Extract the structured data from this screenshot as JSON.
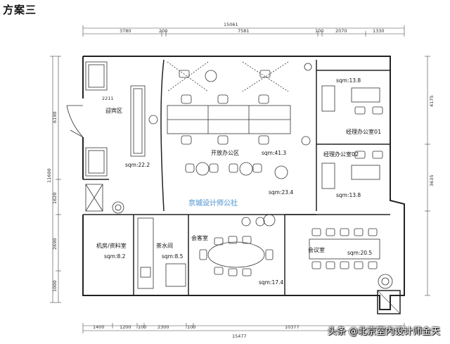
{
  "heading": "方案三",
  "watermark": "头条 @北京室内设计师金天",
  "logo_text": "京城设计师公社",
  "rooms": {
    "reception": {
      "name": "迎宾区",
      "area": "sqm:22.2"
    },
    "open_office": {
      "name": "开放办公区",
      "area": "sqm:41.3"
    },
    "corridor": {
      "area": "sqm:23.4"
    },
    "manager1": {
      "name": "经理办公室01",
      "area": "sqm:13.8"
    },
    "manager2": {
      "name": "经理办公室02",
      "area": "sqm:13.8"
    },
    "server": {
      "name": "机房/资料室",
      "area": "sqm:8.2"
    },
    "tea": {
      "name": "茶水间",
      "area": "sqm:8.5"
    },
    "guest": {
      "name": "会客室",
      "area": "sqm:17.4"
    },
    "meeting": {
      "name": "会议室",
      "area": "sqm:20.5"
    }
  },
  "dimensions": {
    "top_total": "15061",
    "top": [
      "3780",
      "200",
      "7581",
      "100",
      "2070",
      "1330"
    ],
    "left_total": "11600",
    "left": [
      "6190",
      "1620",
      "2690",
      "1000"
    ],
    "right": [
      "4175",
      "3635"
    ],
    "bottom_total": "15477",
    "bottom": [
      "1400",
      "1200",
      "100",
      "2300",
      "100"
    ],
    "bottom_right": "10377",
    "door": "2211"
  }
}
